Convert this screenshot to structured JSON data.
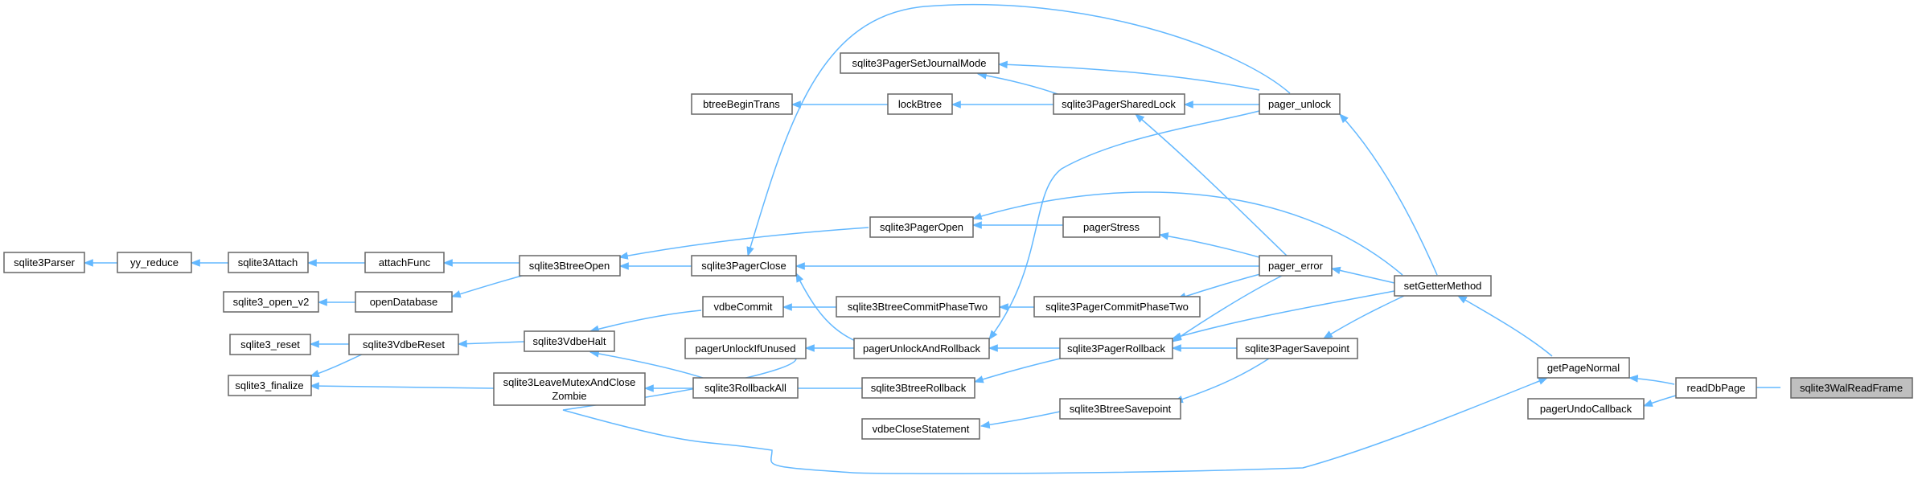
{
  "colors": {
    "edge": "#63b8ff",
    "node_border": "#666666",
    "root_fill": "#bfbfbf",
    "node_fill": "#ffffff"
  },
  "nodes": {
    "sqlite3WalReadFrame": {
      "label": "sqlite3WalReadFrame"
    },
    "readDbPage": {
      "label": "readDbPage"
    },
    "getPageNormal": {
      "label": "getPageNormal"
    },
    "pagerUndoCallback": {
      "label": "pagerUndoCallback"
    },
    "setGetterMethod": {
      "label": "setGetterMethod"
    },
    "pager_unlock": {
      "label": "pager_unlock"
    },
    "pager_error": {
      "label": "pager_error"
    },
    "sqlite3PagerSetJournalMode": {
      "label": "sqlite3PagerSetJournalMode"
    },
    "sqlite3PagerSharedLock": {
      "label": "sqlite3PagerSharedLock"
    },
    "lockBtree": {
      "label": "lockBtree"
    },
    "btreeBeginTrans": {
      "label": "btreeBeginTrans"
    },
    "sqlite3PagerOpen": {
      "label": "sqlite3PagerOpen"
    },
    "pagerStress": {
      "label": "pagerStress"
    },
    "sqlite3PagerClose": {
      "label": "sqlite3PagerClose"
    },
    "sqlite3BtreeOpen": {
      "label": "sqlite3BtreeOpen"
    },
    "attachFunc": {
      "label": "attachFunc"
    },
    "sqlite3Attach": {
      "label": "sqlite3Attach"
    },
    "yy_reduce": {
      "label": "yy_reduce"
    },
    "sqlite3Parser": {
      "label": "sqlite3Parser"
    },
    "openDatabase": {
      "label": "openDatabase"
    },
    "sqlite3_open_v2": {
      "label": "sqlite3_open_v2"
    },
    "vdbeCommit": {
      "label": "vdbeCommit"
    },
    "sqlite3BtreeCommitPhaseTwo": {
      "label": "sqlite3BtreeCommitPhaseTwo"
    },
    "sqlite3PagerCommitPhaseTwo": {
      "label": "sqlite3PagerCommitPhaseTwo"
    },
    "sqlite3VdbeHalt": {
      "label": "sqlite3VdbeHalt"
    },
    "sqlite3VdbeReset": {
      "label": "sqlite3VdbeReset"
    },
    "sqlite3_reset": {
      "label": "sqlite3_reset"
    },
    "sqlite3_finalize": {
      "label": "sqlite3_finalize"
    },
    "pagerUnlockIfUnused": {
      "label": "pagerUnlockIfUnused"
    },
    "pagerUnlockAndRollback": {
      "label": "pagerUnlockAndRollback"
    },
    "sqlite3PagerRollback": {
      "label": "sqlite3PagerRollback"
    },
    "sqlite3PagerSavepoint": {
      "label": "sqlite3PagerSavepoint"
    },
    "sqlite3LeaveMutexAndCloseZombie": {
      "label_line1": "sqlite3LeaveMutexAndClose",
      "label_line2": "Zombie"
    },
    "sqlite3RollbackAll": {
      "label": "sqlite3RollbackAll"
    },
    "sqlite3BtreeRollback": {
      "label": "sqlite3BtreeRollback"
    },
    "sqlite3BtreeSavepoint": {
      "label": "sqlite3BtreeSavepoint"
    },
    "vdbeCloseStatement": {
      "label": "vdbeCloseStatement"
    }
  }
}
